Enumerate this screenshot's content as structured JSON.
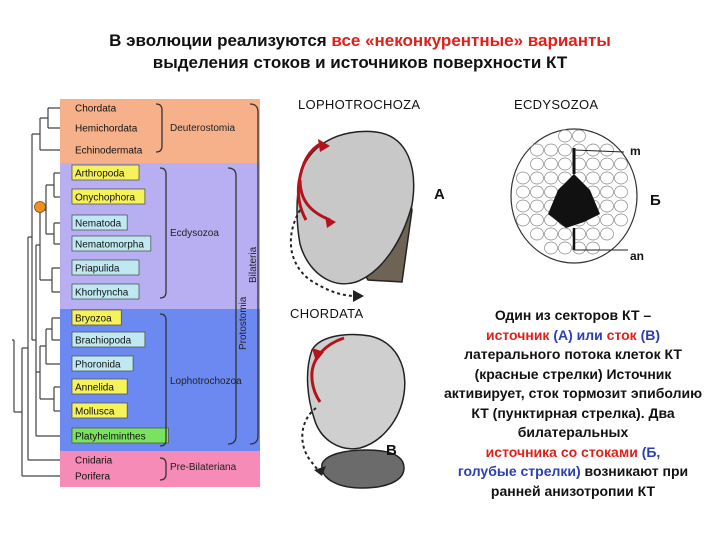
{
  "title": {
    "line1_pre": "В эволюции реализуются ",
    "line1_red": "все «неконкурентные» варианты",
    "line2": "выделения стоков и источников поверхности КТ"
  },
  "tree": {
    "taxa": [
      {
        "label": "Chordata",
        "box": false
      },
      {
        "label": "Hemichordata",
        "box": false
      },
      {
        "label": "Echinodermata",
        "box": false
      },
      {
        "label": "Arthropoda",
        "box": true
      },
      {
        "label": "Onychophora",
        "box": true
      },
      {
        "label": "Nematoda",
        "box": true
      },
      {
        "label": "Nematomorpha",
        "box": true
      },
      {
        "label": "Priapulida",
        "box": true
      },
      {
        "label": "Khorhyncha",
        "box": true
      },
      {
        "label": "Bryozoa",
        "box": true
      },
      {
        "label": "Brachiopoda",
        "box": true
      },
      {
        "label": "Phoronida",
        "box": true
      },
      {
        "label": "Annelida",
        "box": true
      },
      {
        "label": "Mollusca",
        "box": true
      },
      {
        "label": "Platyhelminthes",
        "box": true
      },
      {
        "label": "Cnidaria",
        "box": false
      },
      {
        "label": "Porifera",
        "box": false
      }
    ],
    "groups": {
      "deuterostomia": "Deuterostomia",
      "ecdysozoa": "Ecdysozoa",
      "lophotrochozoa": "Lophotrochozoa",
      "pre_bilateriana": "Pre-Bilateriana",
      "protostomia": "Protostomia",
      "bilateria": "Bilateria"
    },
    "colors": {
      "deuterostomia": "#f6b18a",
      "ecdysozoa": "#b8aef2",
      "lophotrochozoa": "#6b89f0",
      "pre_bilateriana": "#f58bb6",
      "box_yellow": "#f6f25a",
      "box_cyan": "#bfe9f2",
      "box_green": "#79e35f",
      "node_orange": "#f0911f"
    }
  },
  "diagrams": {
    "lophotrochoza": {
      "header": "LOPHOTROCHOZA",
      "letter": "А"
    },
    "ecdysozoa": {
      "header": "ECDYSOZOA",
      "letter": "Б",
      "label_m": "m",
      "label_an": "an"
    },
    "chordata": {
      "header": "CHORDATA",
      "letter": "В"
    }
  },
  "caption": {
    "p1": "Один из секторов КТ –",
    "p2_red1": "источник",
    "p2_blue1": " (А) или ",
    "p2_red2": "сток",
    "p2_blue2": " (В)",
    "p3": "латерального потока клеток КТ (красные стрелки) Источник активирует, сток тормозит эпиболию КТ (пунктирная стрелка). Два билатеральных",
    "p4_red": "источника со стоками",
    "p4_blue": " (Б,",
    "p5_blue": "голубые стрелки)",
    "p5_black": " возникают при ранней анизотропии КТ"
  }
}
